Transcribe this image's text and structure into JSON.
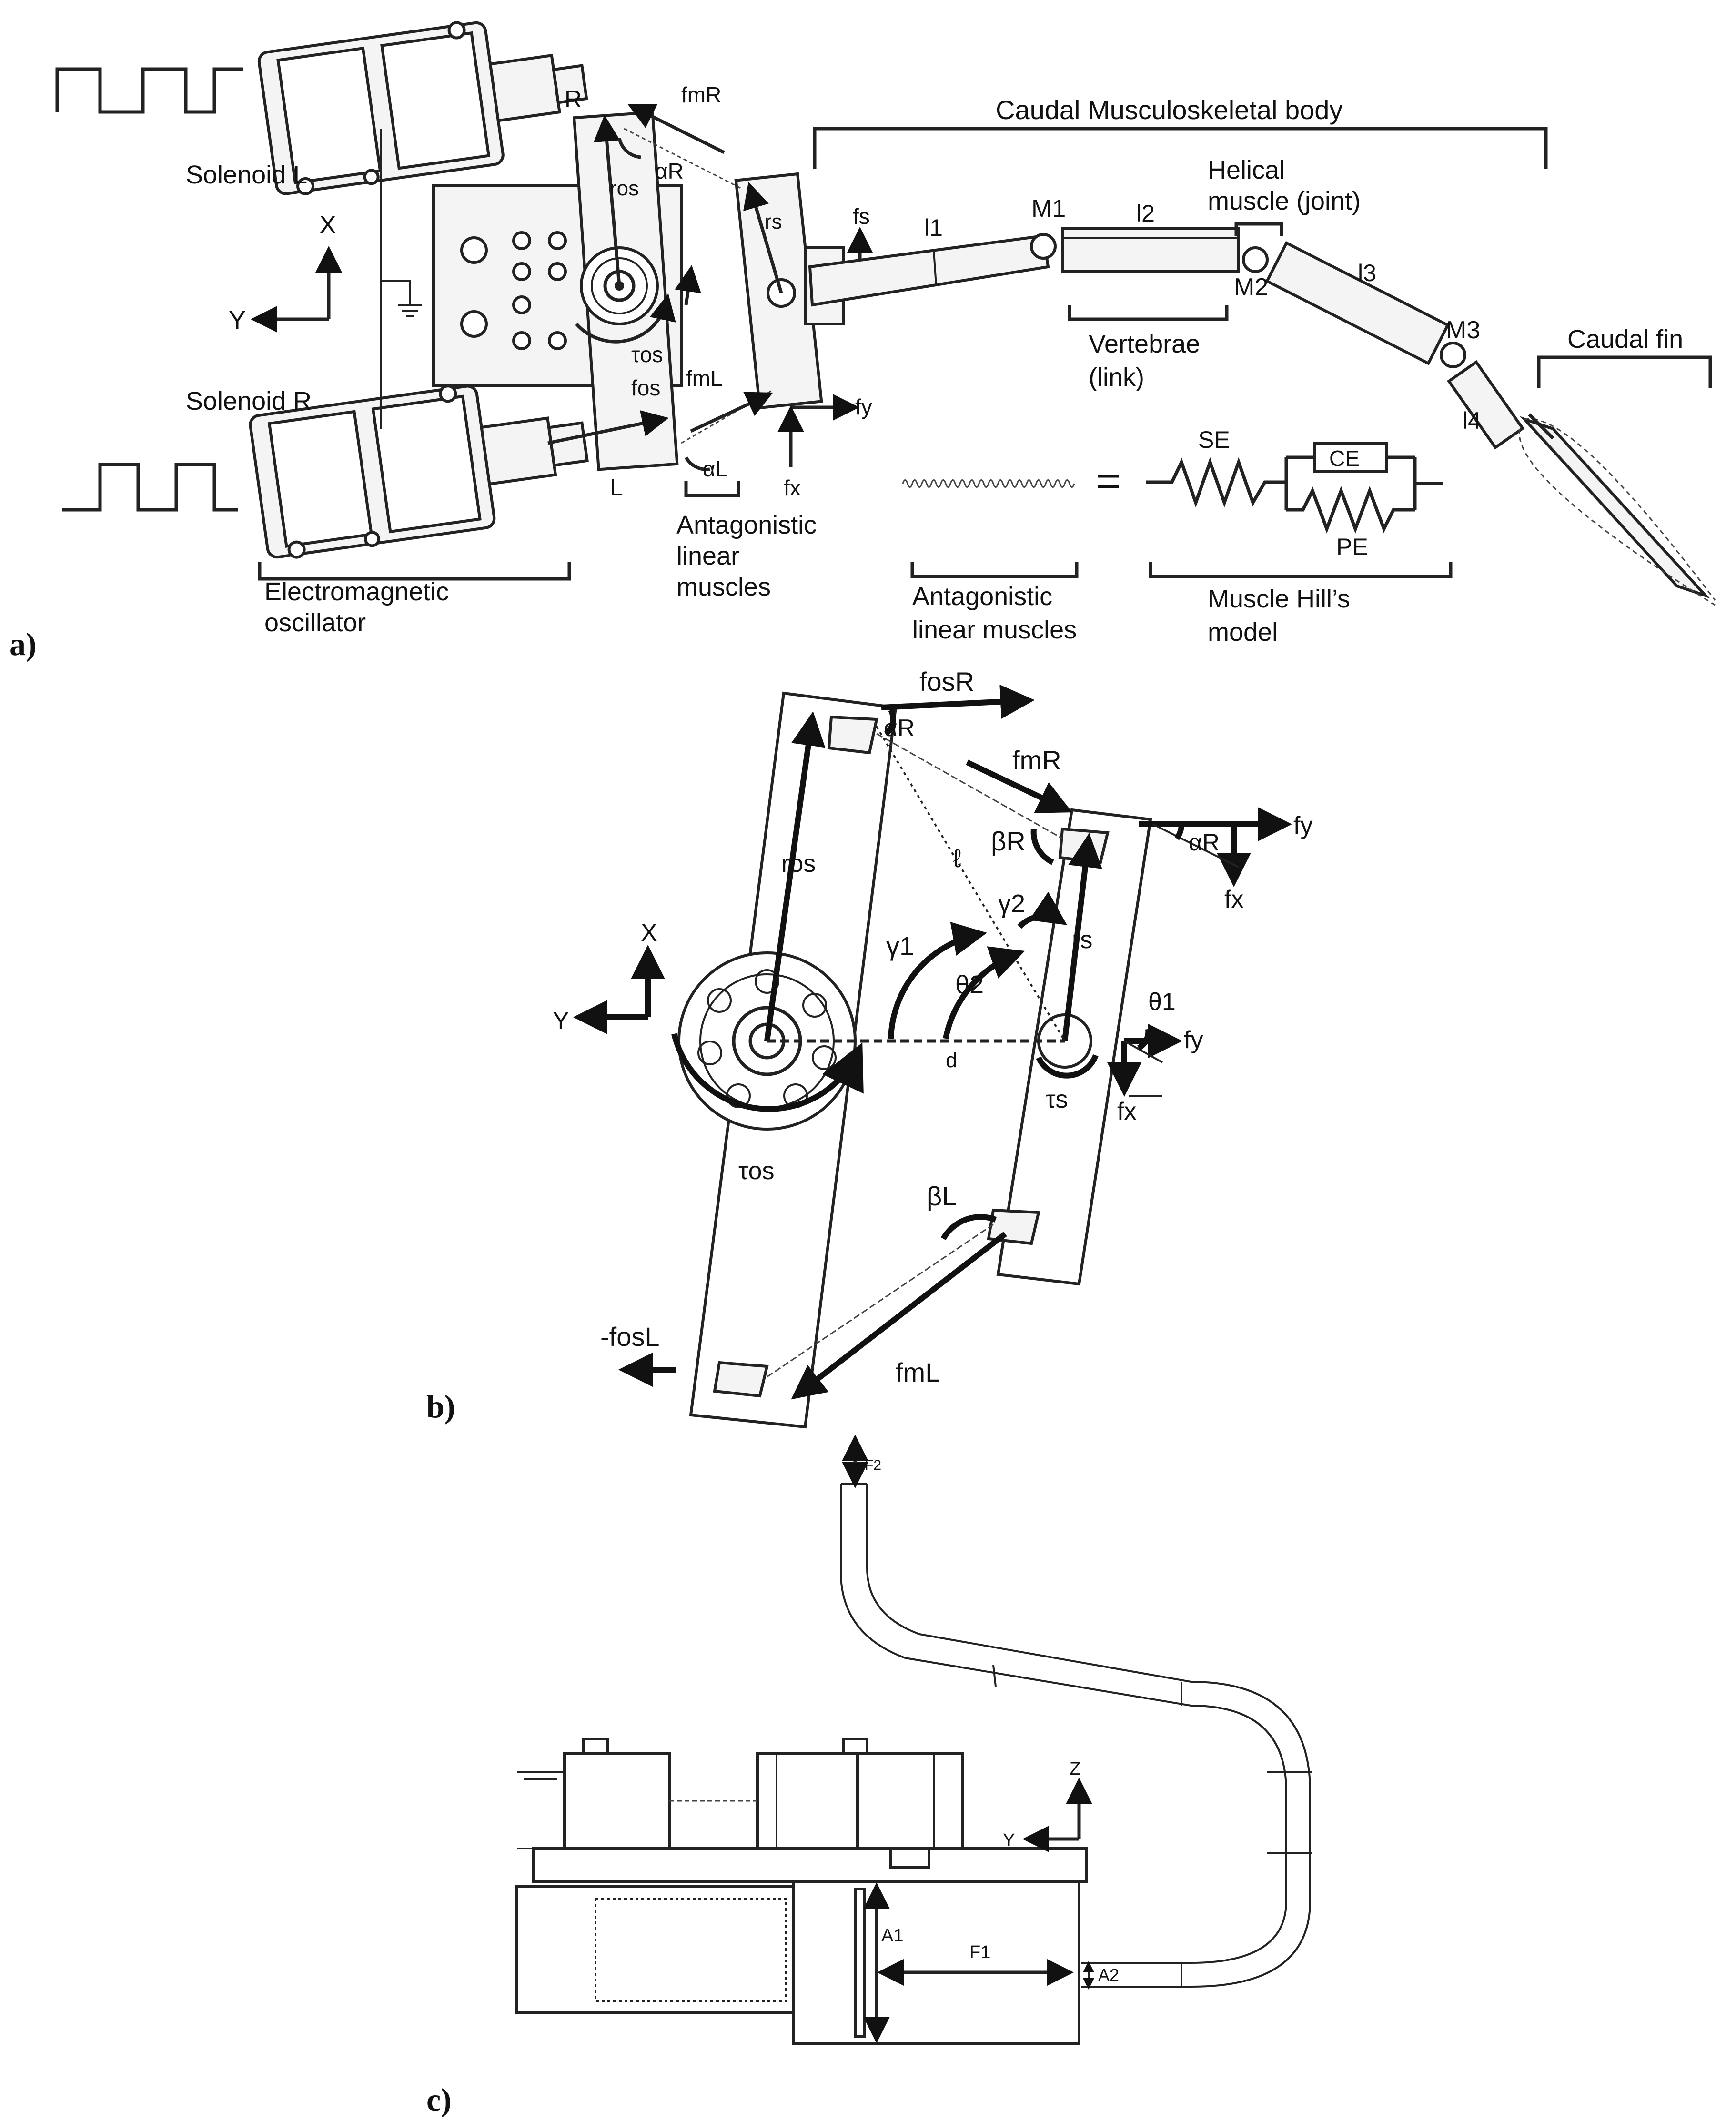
{
  "panel_labels": {
    "a": "a)",
    "b": "b)",
    "c": "c)"
  },
  "panel_a": {
    "caudal_body": "Caudal Musculoskeletal body",
    "solenoid_l": "Solenoid L",
    "solenoid_r": "Solenoid R",
    "helical_muscle_1": "Helical",
    "helical_muscle_2": "muscle (joint)",
    "vertebrae_1": "Vertebrae",
    "vertebrae_2": "(link)",
    "caudal_fin": "Caudal fin",
    "electromagnetic_1": "Electromagnetic",
    "electromagnetic_2": "oscillator",
    "antag_a_1": "Antagonistic",
    "antag_a_2": "linear",
    "antag_a_3": "muscles",
    "antag_b_1": "Antagonistic",
    "antag_b_2": "linear muscles",
    "hill_1": "Muscle Hill’s",
    "hill_2": "model",
    "se": "SE",
    "ce": "CE",
    "pe": "PE",
    "equals": "=",
    "axis_x": "X",
    "axis_y": "Y",
    "r": "R",
    "l": "L",
    "ros": "ros",
    "rs": "rs",
    "alpha_r": "αR",
    "alpha_l": "αL",
    "tau_os": "τos",
    "fos": "fos",
    "fm_r": "fmR",
    "fm_l": "fmL",
    "fs": "fs",
    "fy": "fy",
    "fx": "fx",
    "l1": "l1",
    "l2": "l2",
    "l3": "l3",
    "l4": "l4",
    "m1": "M1",
    "m2": "M2",
    "m3": "M3"
  },
  "panel_b": {
    "fos_r": "fosR",
    "alpha_r": "αR",
    "fm_r": "fmR",
    "beta_r": "βR",
    "fy_top": "fy",
    "fx_top": "fx",
    "alpha_r2": "αR",
    "ros": "ros",
    "ell": "ℓ",
    "gamma2": "γ2",
    "gamma1": "γ1",
    "theta2": "θ2",
    "rs": "rs",
    "theta1": "θ1",
    "fy_mid": "fy",
    "axis_x": "X",
    "axis_y": "Y",
    "d": "d",
    "tau_s": "τs",
    "fx_mid": "fx",
    "tau_os": "τos",
    "beta_l": "βL",
    "fos_l": "-fosL",
    "fm_l": "fmL"
  },
  "panel_c": {
    "f2": "F2",
    "axis_z": "Z",
    "axis_y": "Y",
    "a1": "A1",
    "f1": "F1",
    "a2": "A2"
  }
}
